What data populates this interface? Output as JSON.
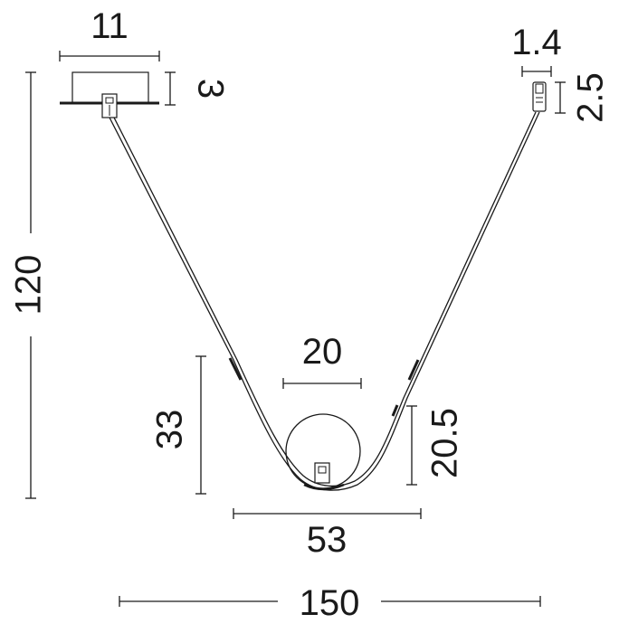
{
  "dimensions": {
    "canopy_width": "11",
    "canopy_height": "3",
    "connector_width": "1.4",
    "connector_height": "2.5",
    "total_height": "120",
    "loop_height": "33",
    "globe_diameter": "20",
    "globe_height": "20.5",
    "loop_width": "53",
    "total_width": "150"
  },
  "colors": {
    "line": "#1a1a1a",
    "fixture": "#333333",
    "background": "#ffffff"
  }
}
